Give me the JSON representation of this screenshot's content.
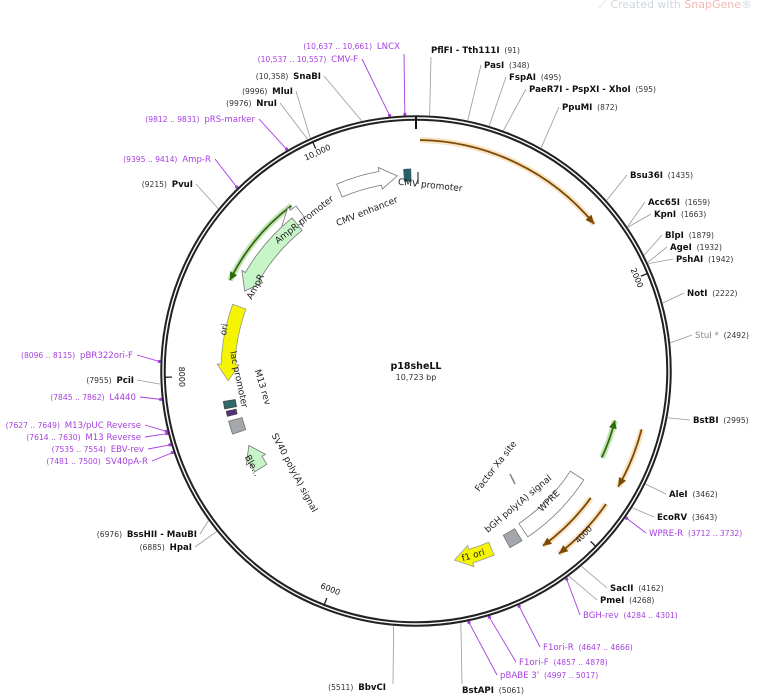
{
  "watermark": {
    "prefix": "Created with ",
    "brand": "SnapGene",
    "suffix": "®"
  },
  "plasmid": {
    "name": "p18sheLL",
    "length_label": "10,723 bp",
    "length": 10723
  },
  "ticks": [
    "2000",
    "4000",
    "6000",
    "8000",
    "10,000"
  ],
  "sites": [
    {
      "name": "PflFI - Tth111I",
      "pos": "91"
    },
    {
      "name": "PasI",
      "pos": "348"
    },
    {
      "name": "FspAI",
      "pos": "495"
    },
    {
      "name": "PaeR7I - PspXI - XhoI",
      "pos": "595"
    },
    {
      "name": "PpuMI",
      "pos": "872"
    },
    {
      "name": "Bsu36I",
      "pos": "1435"
    },
    {
      "name": "Acc65I",
      "pos": "1659"
    },
    {
      "name": "KpnI",
      "pos": "1663"
    },
    {
      "name": "BlpI",
      "pos": "1879"
    },
    {
      "name": "AgeI",
      "pos": "1932"
    },
    {
      "name": "PshAI",
      "pos": "1942"
    },
    {
      "name": "NotI",
      "pos": "2222"
    },
    {
      "name": "StuI *",
      "pos": "2492"
    },
    {
      "name": "BstBI",
      "pos": "2995"
    },
    {
      "name": "AleI",
      "pos": "3462"
    },
    {
      "name": "EcoRV",
      "pos": "3643"
    },
    {
      "name": "SacII",
      "pos": "4162"
    },
    {
      "name": "PmeI",
      "pos": "4268"
    },
    {
      "name": "BstAPI",
      "pos": "5061"
    },
    {
      "name": "BbvCI",
      "pos": "5511"
    },
    {
      "name": "HpaI",
      "pos": "6885"
    },
    {
      "name": "BssHII - MauBI",
      "pos": "6976"
    },
    {
      "name": "PciI",
      "pos": "7955"
    },
    {
      "name": "PvuI",
      "pos": "9215"
    },
    {
      "name": "NruI",
      "pos": "9976"
    },
    {
      "name": "MluI",
      "pos": "9996"
    },
    {
      "name": "SnaBI",
      "pos": "10,358"
    }
  ],
  "primers": [
    {
      "name": "LNCX",
      "range": "10,637 .. 10,661"
    },
    {
      "name": "CMV-F",
      "range": "10,537 .. 10,557"
    },
    {
      "name": "pRS-marker",
      "range": "9812 .. 9831"
    },
    {
      "name": "Amp-R",
      "range": "9395 .. 9414"
    },
    {
      "name": "pBR322ori-F",
      "range": "8096 .. 8115"
    },
    {
      "name": "L4440",
      "range": "7845 .. 7862"
    },
    {
      "name": "M13/pUC Reverse",
      "range": "7627 .. 7649"
    },
    {
      "name": "M13 Reverse",
      "range": "7614 .. 7630"
    },
    {
      "name": "EBV-rev",
      "range": "7535 .. 7554"
    },
    {
      "name": "SV40pA-R",
      "range": "7481 .. 7500"
    },
    {
      "name": "WPRE-R",
      "range": "3712 .. 3732"
    },
    {
      "name": "BGH-rev",
      "range": "4284 .. 4301"
    },
    {
      "name": "F1ori-R",
      "range": "4647 .. 4666"
    },
    {
      "name": "F1ori-F",
      "range": "4857 .. 4878"
    },
    {
      "name": "pBABE 3'",
      "range": "4997 .. 5017"
    }
  ],
  "features": {
    "cmv_enhancer": "CMV enhancer",
    "cmv_promoter": "CMV promoter",
    "ampr_promoter": "AmpR promoter",
    "ampr": "AmpR",
    "ori": "ori",
    "lac_promoter": "lac promoter",
    "m13_rev": "M13 rev",
    "sv40_polya": "SV40 poly(A) signal",
    "ble": "Ble...",
    "factor_xa": "Factor Xa site",
    "wpre": "WPRE",
    "bgh_polya": "bGH poly(A) signal",
    "f1_ori": "f1 ori"
  },
  "colors": {
    "primer": "#a63fe0",
    "orf_orange": "#e8a33a",
    "orf_green": "#4aa31a",
    "feature_green": "#c8f5c8",
    "feature_yellow": "#f5f500",
    "gray_box": "#a4a8ad"
  }
}
